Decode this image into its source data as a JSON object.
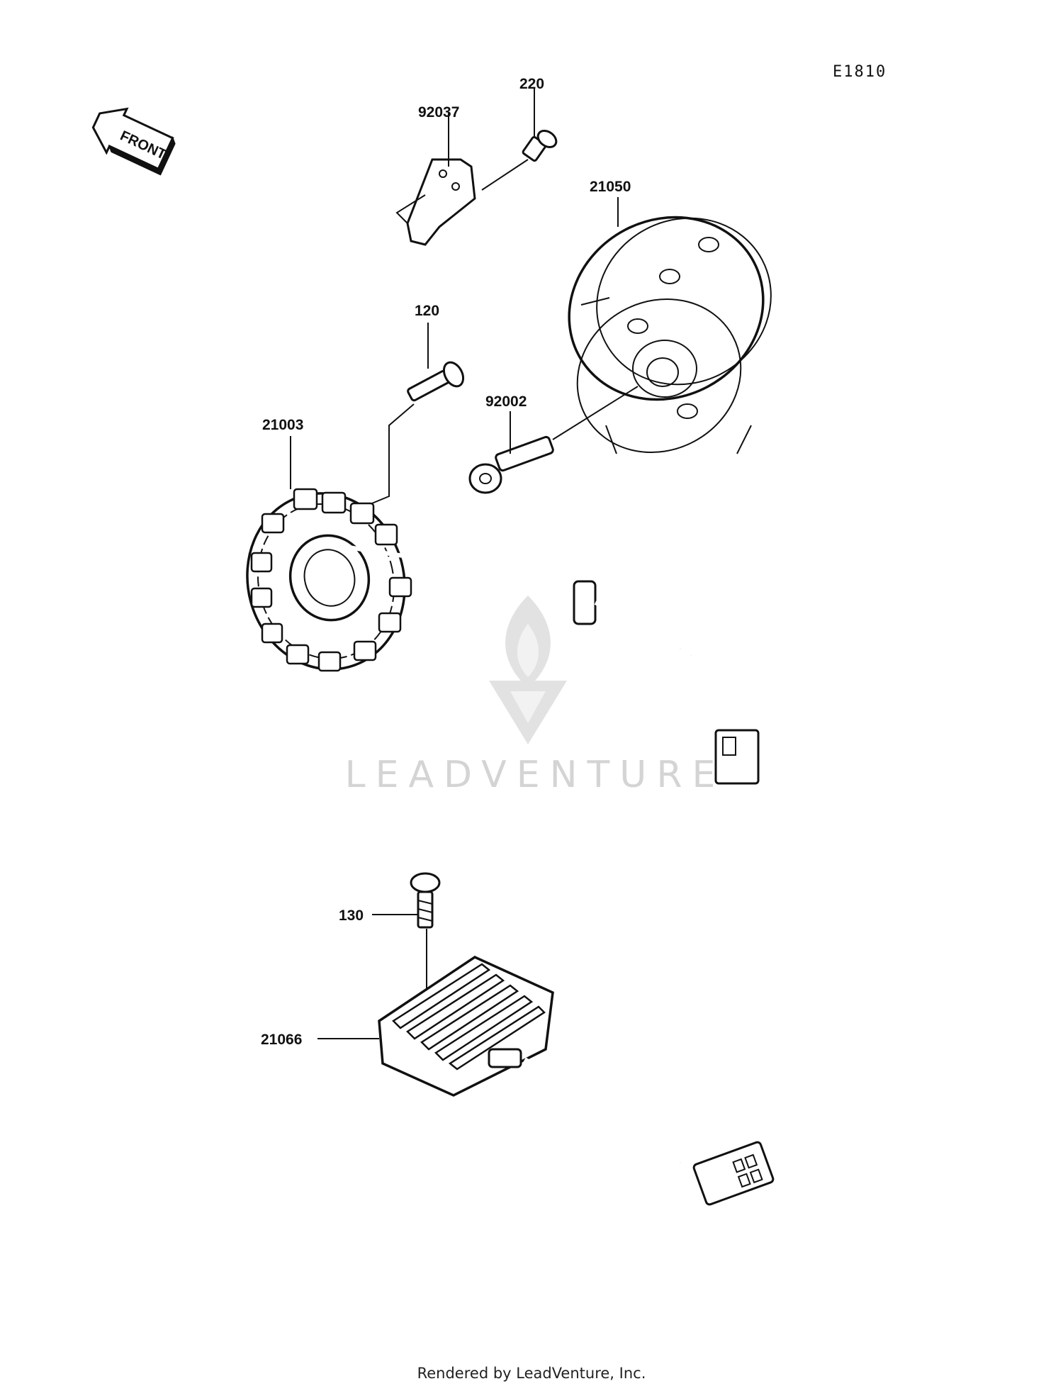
{
  "reference_code": "E1810",
  "front_arrow": {
    "label": "FRONT",
    "icon": "front-arrow-icon"
  },
  "parts": [
    {
      "id": "92037"
    },
    {
      "id": "220"
    },
    {
      "id": "21050"
    },
    {
      "id": "120"
    },
    {
      "id": "92002"
    },
    {
      "id": "21003"
    },
    {
      "id": "130"
    },
    {
      "id": "21066"
    }
  ],
  "watermark": {
    "text": "LEADVENTURE",
    "logo": "leadventure-logo-icon"
  },
  "footer": {
    "text": "Rendered by LeadVenture, Inc."
  },
  "colors": {
    "ink": "#111111",
    "watermark": "#d4d4d4",
    "background": "#ffffff"
  }
}
